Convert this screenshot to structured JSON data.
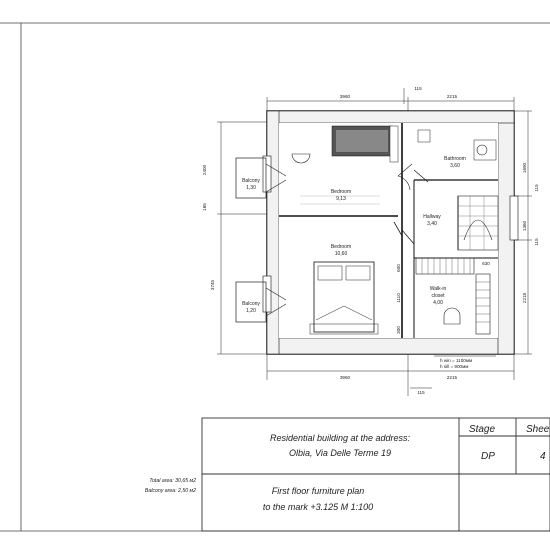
{
  "rooms": {
    "balcony_top": {
      "name": "Balcony",
      "area": "1,30"
    },
    "bedroom_top": {
      "name": "Bedroom",
      "area": "9,13"
    },
    "bathroom": {
      "name": "Bathroom",
      "area": "3,60"
    },
    "hallway": {
      "name": "Hallway",
      "area": "3,40"
    },
    "bedroom_main": {
      "name": "Bedroom",
      "area": "10,60"
    },
    "walkin": {
      "name": "Walk-in",
      "name2": "closet",
      "area": "4,00"
    },
    "balcony_bottom": {
      "name": "Balcony",
      "area": "1,20"
    }
  },
  "dimensions": {
    "top_left": "3960",
    "top_right": "2215",
    "top_mid": "115",
    "bottom_left": "3960",
    "bottom_right": "2215",
    "bottom_mid": "115",
    "left_upper": "2400",
    "left_lower": "3745",
    "left_mid": "165",
    "right_1": "1690",
    "right_2": "1360",
    "right_3": "2218",
    "right_tag1": "115",
    "right_tag2": "115",
    "inner_1": "600",
    "inner_2": "1110",
    "inner_3": "300",
    "inner_4": "630",
    "note_1": "h win = 1100мм",
    "note_2": "h sill = 900мм"
  },
  "titleblock": {
    "address_line1": "Residential building at the address:",
    "address_line2": "Olbia,  Via Delle Terme 19",
    "stage_label": "Stage",
    "stage_value": "DP",
    "sheet_label": "Shee",
    "sheet_value": "4",
    "drawing_line1": "First floor furniture plan",
    "drawing_line2": "to the mark +3.125   M 1:100"
  },
  "totals": {
    "total_area": "Total area: 30,65 м2",
    "balcony_area": "Balcony area: 2,50 м2"
  }
}
